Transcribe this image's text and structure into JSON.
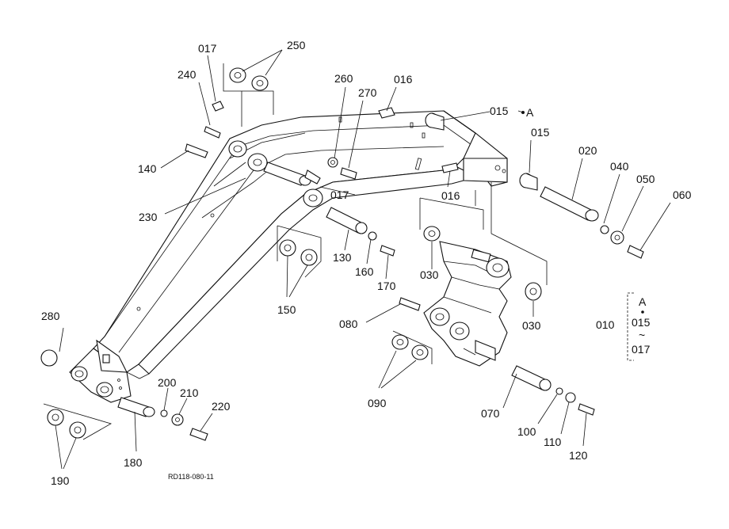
{
  "parts": {
    "p010": "010",
    "p015a": "015",
    "p015b": "015",
    "p016a": "016",
    "p016b": "016",
    "p017a": "017",
    "p017b": "017",
    "p020": "020",
    "p030a": "030",
    "p030b": "030",
    "p040": "040",
    "p050": "050",
    "p060": "060",
    "p070": "070",
    "p080": "080",
    "p090": "090",
    "p100": "100",
    "p110": "110",
    "p120": "120",
    "p130": "130",
    "p140": "140",
    "p150": "150",
    "p160": "160",
    "p170": "170",
    "p180": "180",
    "p190": "190",
    "p200": "200",
    "p210": "210",
    "p220": "220",
    "p230": "230",
    "p240": "240",
    "p250": "250",
    "p260": "260",
    "p270": "270",
    "p280": "280"
  },
  "reference": {
    "marker_a": "A",
    "legend_a": "A",
    "legend_from": "015",
    "legend_tilde": "~",
    "legend_to": "017"
  },
  "drawing_code": "RD118-080-11"
}
